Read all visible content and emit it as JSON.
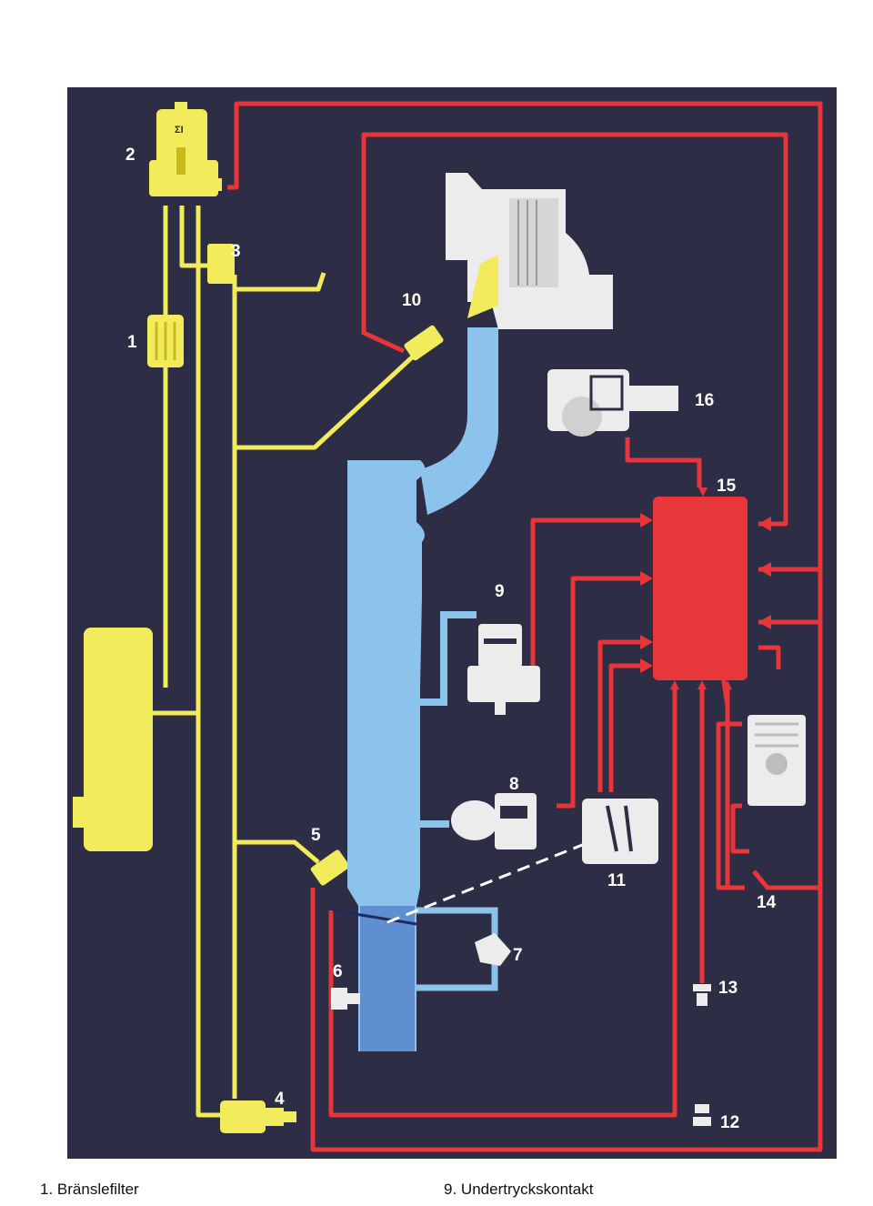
{
  "diagram": {
    "component_numbers": [
      "1",
      "2",
      "3",
      "4",
      "5",
      "6",
      "7",
      "8",
      "9",
      "10",
      "11",
      "12",
      "13",
      "14",
      "15",
      "16"
    ],
    "pump_badge": "ΣI"
  },
  "legend": [
    {
      "number": "1.",
      "text": "Bränslefilter"
    },
    {
      "number": "9.",
      "text": "Undertryckskontakt"
    }
  ],
  "colors": {
    "background": "#2d2d45",
    "fuel_line": "#f2ec5c",
    "air_intake": "#8cc3ec",
    "electric_line": "#e8353a",
    "control_unit": "#e8373b",
    "component_white": "#ececec"
  }
}
